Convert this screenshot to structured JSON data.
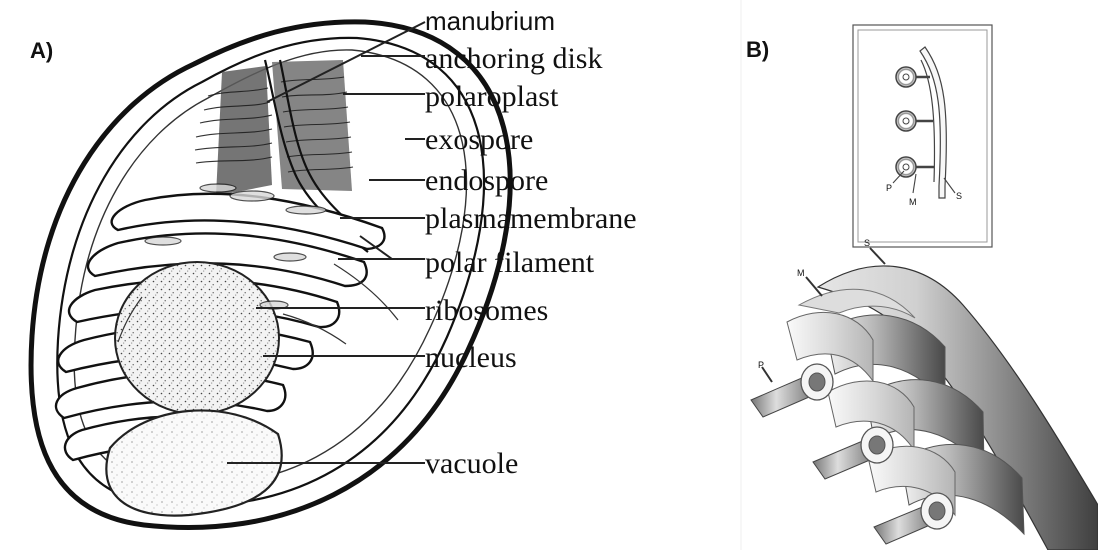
{
  "panels": {
    "a_label": "A)",
    "b_label": "B)"
  },
  "labels": {
    "manubrium": "manubrium",
    "anchoring_disk": "anchoring disk",
    "polaroplast": "polaroplast",
    "exospore": "exospore",
    "endospore": "endospore",
    "plasmamembrane": "plasmamembrane",
    "polar_filament": "polar filament",
    "ribosomes": "ribosomes",
    "nucleus": "nucleus",
    "vacuole": "vacuole"
  },
  "inset_labels": {
    "p": "P",
    "m": "M",
    "s": "S"
  },
  "main_b_labels": {
    "s": "S",
    "m": "M",
    "p": "P"
  }
}
